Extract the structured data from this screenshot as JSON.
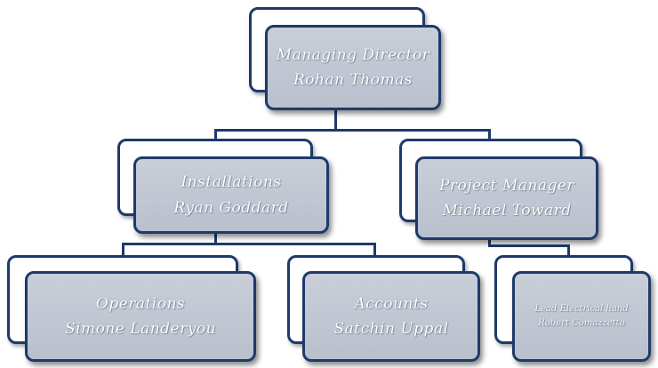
{
  "org_chart": {
    "managing_director": {
      "title": "Managing Director",
      "name": "Rohan Thomas"
    },
    "installations": {
      "title": "Installations",
      "name": "Ryan Goddard"
    },
    "project_manager": {
      "title": "Project Manager",
      "name": "Michael Toward"
    },
    "operations": {
      "title": "Operations",
      "name": "Simone Landeryou"
    },
    "accounts": {
      "title": "Accounts",
      "name": "Satchin Uppal"
    },
    "lead_electrical": {
      "title": "Lead Electrical hand",
      "name": "Robert Comazzetto"
    }
  },
  "colors": {
    "border": "#1e3a6b",
    "fill": "#c0c6d2",
    "text": "#ffffff"
  }
}
